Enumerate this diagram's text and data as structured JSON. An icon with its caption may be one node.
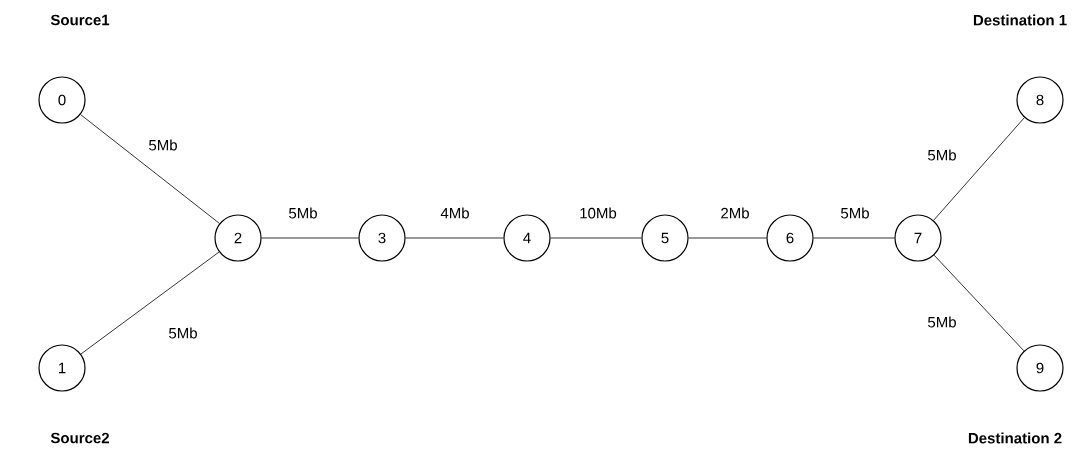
{
  "diagram": {
    "nodes": [
      {
        "text": [
          "0"
        ],
        "beside": [
          "Source1"
        ]
      },
      {
        "text": [
          "1"
        ],
        "beside": [
          "Source2"
        ]
      },
      {
        "text": [
          "2"
        ]
      },
      {
        "text": [
          "3"
        ]
      },
      {
        "text": [
          "4"
        ]
      },
      {
        "text": [
          "5"
        ]
      },
      {
        "text": [
          "6"
        ]
      },
      {
        "text": [
          "7"
        ]
      },
      {
        "text": [
          "8"
        ],
        "beside": [
          "Destination 1"
        ]
      },
      {
        "text": [
          "9"
        ],
        "beside": [
          "Destination 2"
        ]
      }
    ],
    "edges": [
      {
        "from": 0,
        "to": 2,
        "arrow": "none",
        "label": "5Mb"
      },
      {
        "from": 1,
        "to": 2,
        "arrow": "none",
        "label": "5Mb"
      },
      {
        "from": 2,
        "to": 3,
        "arrow": "none",
        "label": "5Mb"
      },
      {
        "from": 3,
        "to": 4,
        "arrow": "none",
        "label": "4Mb"
      },
      {
        "from": 4,
        "to": 5,
        "arrow": "none",
        "label": "10Mb"
      },
      {
        "from": 5,
        "to": 6,
        "arrow": "none",
        "label": "2Mb"
      },
      {
        "from": 6,
        "to": 7,
        "arrow": "none",
        "label": "5Mb"
      },
      {
        "from": 7,
        "to": 8,
        "arrow": "none",
        "label": "5Mb"
      },
      {
        "from": 7,
        "to": 9,
        "arrow": "none",
        "label": "5Mb"
      }
    ]
  }
}
